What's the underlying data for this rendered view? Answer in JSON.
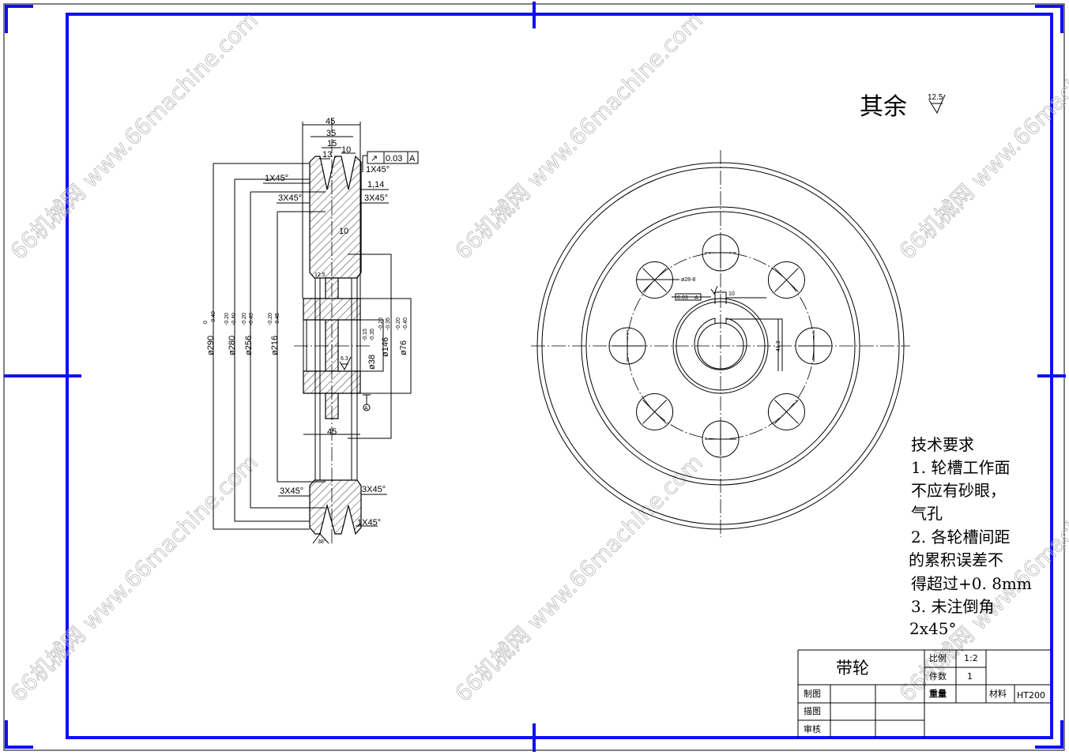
{
  "drawing": {
    "surface_note": {
      "label": "其余",
      "roughness": "12.5"
    },
    "watermark": "66机械网 www.66machine.com",
    "section_view": {
      "width_total": "45",
      "width_grooves": "35",
      "groove_pitch": "15",
      "groove_edge": "13",
      "groove_top": "10",
      "runout_tolerance": {
        "symbol": "↗",
        "value": "0.03",
        "datum": "A"
      },
      "chamfer_1": "1X45°",
      "chamfer_3": "3X45°",
      "groove_depth": "1,14",
      "web_thickness": "10",
      "web_roughness": "12.5",
      "hub_width": "45",
      "groove_angle": "38°",
      "bore_roughness": "6.3",
      "datum": "A",
      "diameters": [
        {
          "label": "ø290",
          "upper": "0",
          "lower": "-0.40"
        },
        {
          "label": "ø280",
          "upper": "-0.20",
          "lower": "-0.40"
        },
        {
          "label": "ø256",
          "upper": "-0.20",
          "lower": "-0.40"
        },
        {
          "label": "ø216",
          "upper": "-0.20",
          "lower": "-0.45"
        },
        {
          "label": "ø38",
          "upper": "-0.15",
          "lower": "-0.35"
        },
        {
          "label": "ø146",
          "upper": "-0.20",
          "lower": "-0.35"
        },
        {
          "label": "ø76",
          "upper": "-0.20",
          "lower": "-0.40"
        }
      ]
    },
    "front_view": {
      "hole_note": "ø28-8",
      "symmetry_tol": "0.03",
      "symmetry_datum": "A",
      "key_width": "10",
      "key_depth": "41.3"
    }
  },
  "tech_requirements": {
    "title": "技术要求",
    "lines": [
      "1. 轮槽工作面",
      "不应有砂眼，",
      "气孔",
      "2. 各轮槽间距",
      "的累积误差不",
      "得超过+0. 8mm",
      "3. 未注倒角",
      "2x45°"
    ]
  },
  "title_block": {
    "part_name": "带轮",
    "scale_label": "比例",
    "scale_value": "1:2",
    "qty_label": "件数",
    "qty_value": "1",
    "weight_label": "重量",
    "material_label": "材料",
    "material_value": "HT200",
    "drawn_label": "制图",
    "traced_label": "描图",
    "checked_label": "审核"
  }
}
